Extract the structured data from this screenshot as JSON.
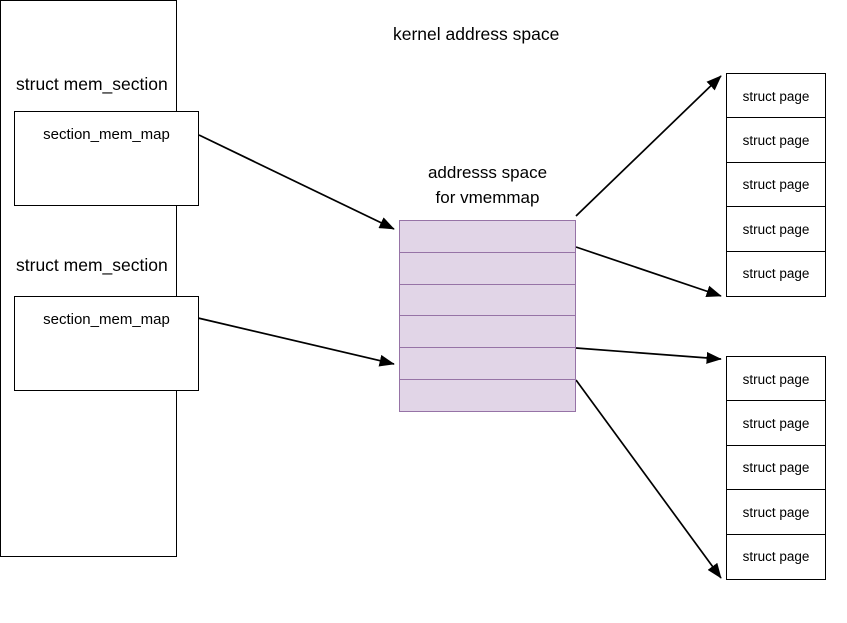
{
  "diagram": {
    "title_kernel": "kernel address space",
    "vmemmap_label_line1": "addresss space",
    "vmemmap_label_line2": "for vmemmap",
    "colors": {
      "background": "#ffffff",
      "stroke": "#000000",
      "vmemmap_fill": "#e1d5e7",
      "vmemmap_stroke": "#9673a6"
    }
  },
  "mem_sections": [
    {
      "caption": "struct mem_section",
      "field": "section_mem_map"
    },
    {
      "caption": "struct mem_section",
      "field": "section_mem_map"
    }
  ],
  "vmemmap_cells": [
    {
      "index": 0
    },
    {
      "index": 1
    },
    {
      "index": 2
    },
    {
      "index": 3
    },
    {
      "index": 4
    },
    {
      "index": 5
    }
  ],
  "page_groups": [
    {
      "name": "top",
      "pages": [
        {
          "label": "struct page"
        },
        {
          "label": "struct page"
        },
        {
          "label": "struct page"
        },
        {
          "label": "struct page"
        },
        {
          "label": "struct page"
        }
      ]
    },
    {
      "name": "bottom",
      "pages": [
        {
          "label": "struct page"
        },
        {
          "label": "struct page"
        },
        {
          "label": "struct page"
        },
        {
          "label": "struct page"
        },
        {
          "label": "struct page"
        }
      ]
    }
  ],
  "arrows": [
    {
      "name": "section1-to-vmemmap",
      "from": "section_mem_map (1)",
      "to": "vmemmap band top"
    },
    {
      "name": "section2-to-vmemmap",
      "from": "section_mem_map (2)",
      "to": "vmemmap band middle"
    },
    {
      "name": "vmemmap-to-pages-top-first",
      "from": "vmemmap band",
      "to": "struct page group top (first)"
    },
    {
      "name": "vmemmap-to-pages-top-last",
      "from": "vmemmap band",
      "to": "struct page group top (last)"
    },
    {
      "name": "vmemmap-to-pages-bottom-first",
      "from": "vmemmap band",
      "to": "struct page group bottom (first)"
    },
    {
      "name": "vmemmap-to-pages-bottom-last",
      "from": "vmemmap band",
      "to": "struct page group bottom (last)"
    }
  ]
}
